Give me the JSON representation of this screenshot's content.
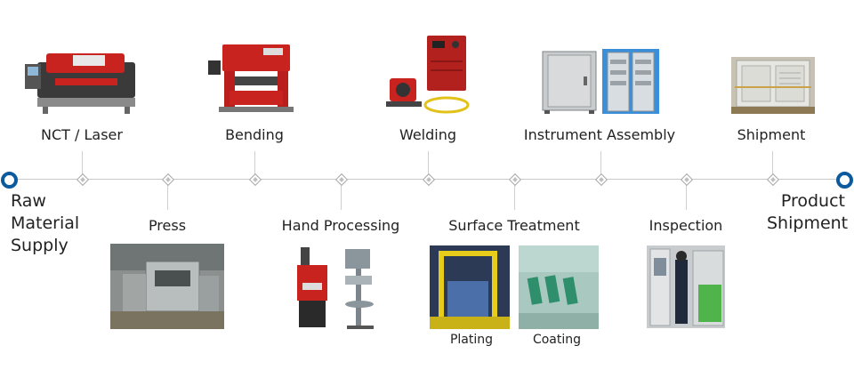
{
  "start_label": [
    "Raw",
    "Material",
    "Supply"
  ],
  "end_label": [
    "Product",
    "Shipment"
  ],
  "top_steps": [
    {
      "label": "NCT / Laser",
      "icon": "nct-laser-machine-icon"
    },
    {
      "label": "Bending",
      "icon": "press-brake-machine-icon"
    },
    {
      "label": "Welding",
      "icon": "welding-machine-icon"
    },
    {
      "label": "Instrument Assembly",
      "icon": "instrument-cabinet-icon"
    },
    {
      "label": "Shipment",
      "icon": "shipment-cabinet-icon"
    }
  ],
  "bottom_steps": [
    {
      "label": "Press",
      "icon": "press-machine-photo"
    },
    {
      "label": "Hand Processing",
      "icon": "drill-press-icon"
    },
    {
      "label": "Surface Treatment",
      "icon": "surface-treatment-photo",
      "sub": [
        "Plating",
        "Coating"
      ]
    },
    {
      "label": "Inspection",
      "icon": "inspection-photo"
    }
  ],
  "colors": {
    "accent": "#0b5a9e",
    "line": "#c9c9c9",
    "machine_red": "#c8231f"
  }
}
